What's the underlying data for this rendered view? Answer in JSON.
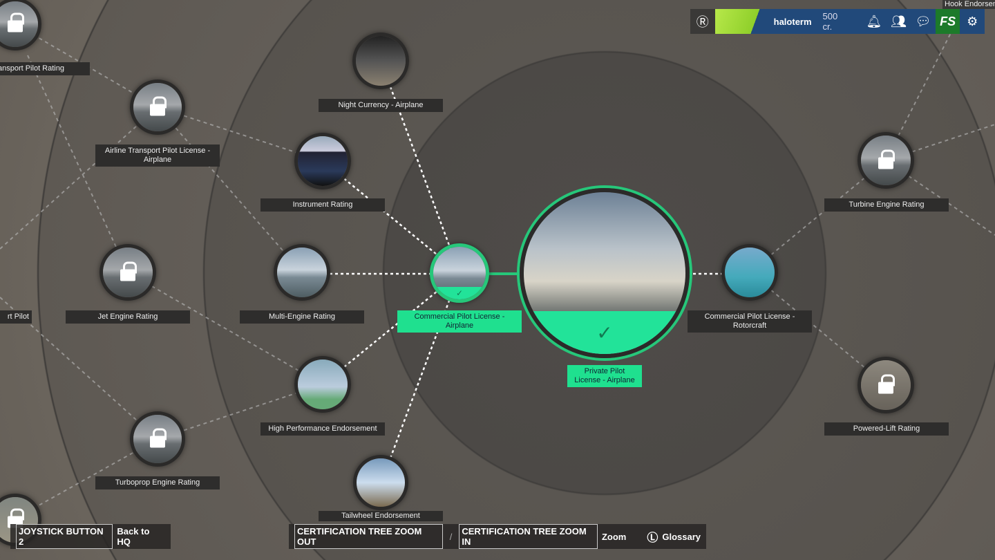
{
  "topbar": {
    "username": "haloterm",
    "credits": "500 cr.",
    "rank_icon": "rank-R-icon",
    "shop_label": "FS",
    "top_right_partial": "Hook Endorsem"
  },
  "nodes": {
    "atp_rating": {
      "label": "Transport Pilot Rating",
      "state": "locked"
    },
    "atpl_airplane": {
      "label": "Airline Transport Pilot License - Airplane",
      "state": "locked"
    },
    "night_currency": {
      "label": "Night Currency - Airplane",
      "state": "available"
    },
    "instrument": {
      "label": "Instrument Rating",
      "state": "available"
    },
    "multi_engine": {
      "label": "Multi-Engine Rating",
      "state": "available"
    },
    "jet_engine": {
      "label": "Jet Engine Rating",
      "state": "locked"
    },
    "sport_pilot": {
      "label": "rt Pilot",
      "state": "locked"
    },
    "commercial_airplane": {
      "label": "Commercial Pilot License - Airplane",
      "state": "completed"
    },
    "private_airplane": {
      "label": "Private Pilot License - Airplane",
      "state": "completed"
    },
    "commercial_rotorcraft": {
      "label": "Commercial Pilot License - Rotorcraft",
      "state": "available"
    },
    "turbine": {
      "label": "Turbine Engine Rating",
      "state": "locked"
    },
    "powered_lift": {
      "label": "Powered-Lift Rating",
      "state": "locked"
    },
    "high_performance": {
      "label": "High Performance Endorsement",
      "state": "available"
    },
    "turboprop": {
      "label": "Turboprop Engine Rating",
      "state": "locked"
    },
    "tailwheel": {
      "label": "Tailwheel Endorsement",
      "state": "available"
    }
  },
  "bottom": {
    "back_key": "JOYSTICK BUTTON 2",
    "back_label": "Back to HQ",
    "zoom_out_key": "CERTIFICATION TREE ZOOM OUT",
    "separator": "/",
    "zoom_in_key": "CERTIFICATION TREE ZOOM IN",
    "zoom_label": "Zoom",
    "glossary_label": "Glossary"
  },
  "colors": {
    "completed": "#22e399",
    "topbar": "#21497a",
    "shop": "#1c7a2a"
  }
}
